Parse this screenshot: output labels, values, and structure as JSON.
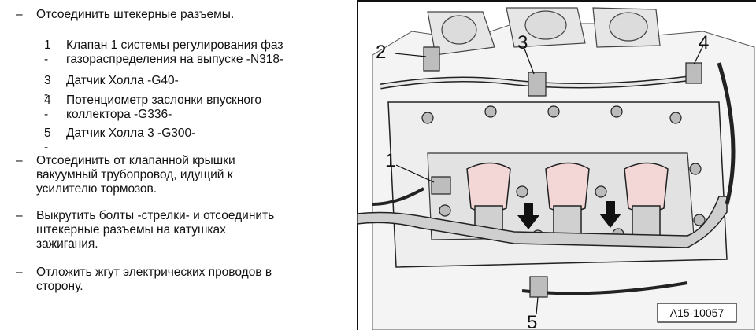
{
  "steps": {
    "step1": {
      "dash": "–",
      "text": "Отсоединить штекерные разъемы."
    },
    "items": [
      {
        "num": "1 -",
        "text": "Клапан 1 системы регулирования фаз\nгазораспределения на выпуске -N318-"
      },
      {
        "num": "3 -",
        "text": "Датчик Холла -G40-"
      },
      {
        "num": "4 -",
        "text": "Потенциометр заслонки впускного\nколлектора -G336-"
      },
      {
        "num": "5 -",
        "text": "Датчик Холла 3 -G300-"
      }
    ],
    "step2": {
      "dash": "–",
      "text": "Отсоединить от клапанной крышки\nвакуумный трубопровод, идущий к\nусилителю тормозов."
    },
    "step3": {
      "dash": "–",
      "text": "Выкрутить болты -стрелки- и отсоединить\nштекерные разъемы на катушках\nзажигания."
    },
    "step4": {
      "dash": "–",
      "text": "Отложить жгут электрических проводов в\nсторону."
    }
  },
  "figure": {
    "labels": {
      "l1": "1",
      "l2": "2",
      "l3": "3",
      "l4": "4",
      "l5": "5"
    },
    "figure_id": "A15-10057",
    "colors": {
      "coil_fill": "#f3d6d6",
      "line": "#111111",
      "engine_fill": "#f4f4f4",
      "harness_fill": "#cfcfcf"
    }
  }
}
